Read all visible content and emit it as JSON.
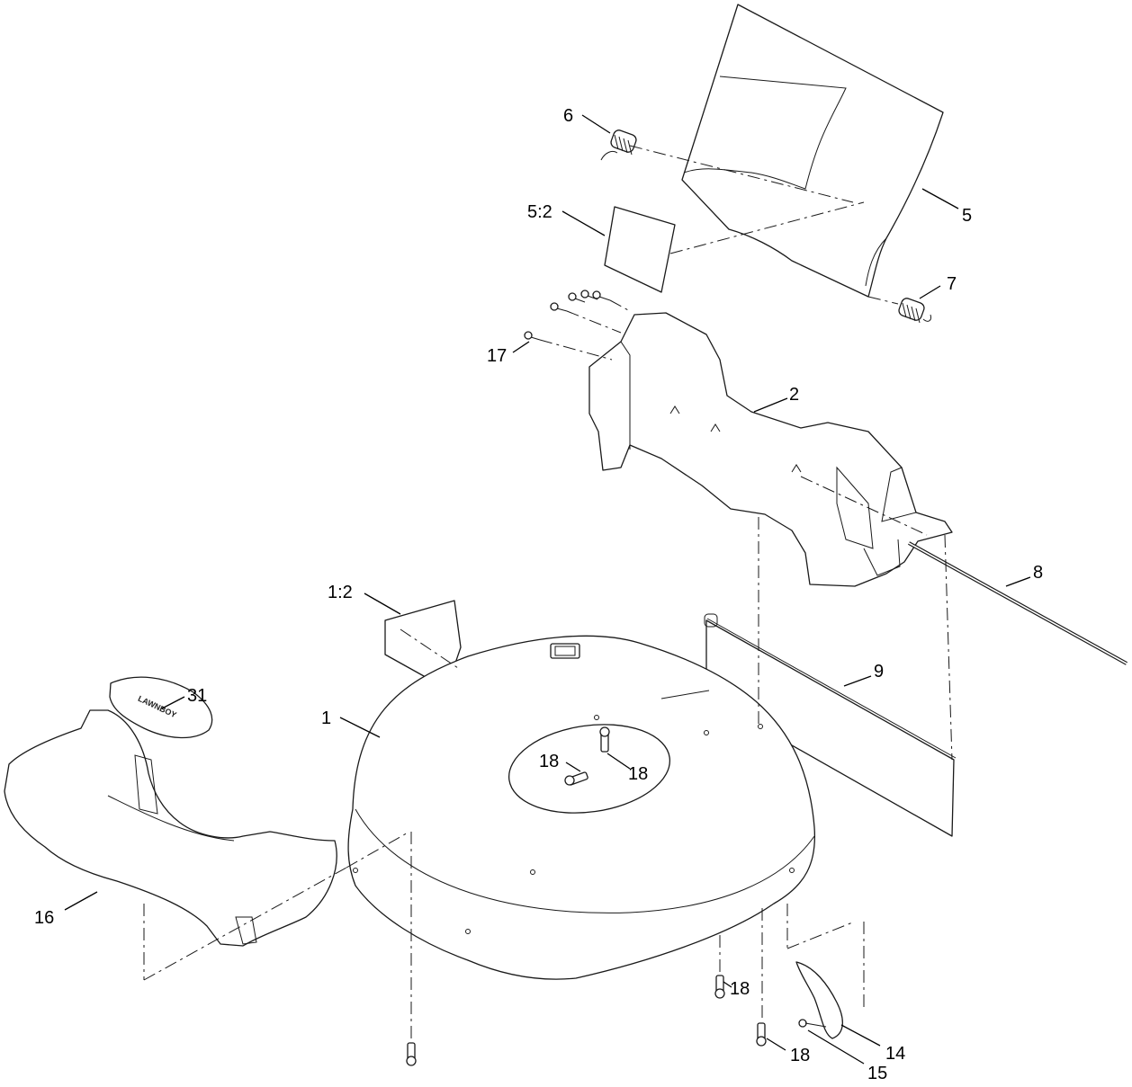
{
  "diagram": {
    "brand_label": "LAWNBOY",
    "callouts": [
      {
        "id": "6",
        "text": "6"
      },
      {
        "id": "5",
        "text": "5"
      },
      {
        "id": "5-2",
        "text": "5:2"
      },
      {
        "id": "7",
        "text": "7"
      },
      {
        "id": "17",
        "text": "17"
      },
      {
        "id": "2",
        "text": "2"
      },
      {
        "id": "8",
        "text": "8"
      },
      {
        "id": "1-2",
        "text": "1:2"
      },
      {
        "id": "9",
        "text": "9"
      },
      {
        "id": "31",
        "text": "31"
      },
      {
        "id": "1",
        "text": "1"
      },
      {
        "id": "18-a",
        "text": "18"
      },
      {
        "id": "18-b",
        "text": "18"
      },
      {
        "id": "16",
        "text": "16"
      },
      {
        "id": "18-c",
        "text": "18"
      },
      {
        "id": "18-d",
        "text": "18"
      },
      {
        "id": "14",
        "text": "14"
      },
      {
        "id": "15",
        "text": "15"
      }
    ]
  }
}
